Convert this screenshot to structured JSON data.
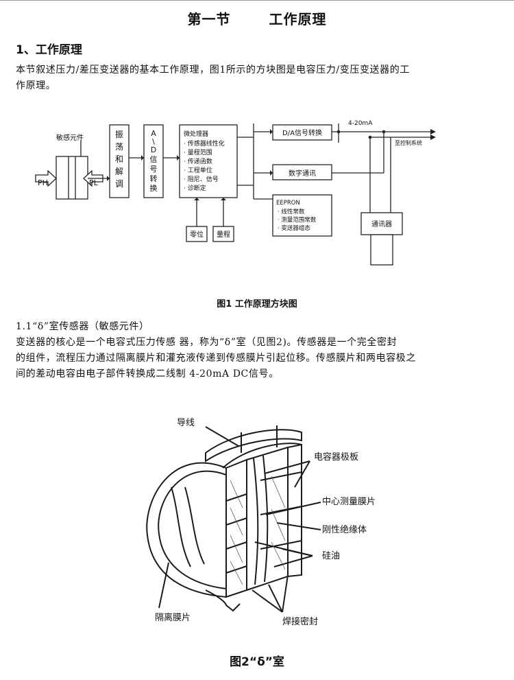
{
  "header": {
    "section": "第一节",
    "title": "工作原理"
  },
  "section1": {
    "heading": "1、工作原理",
    "para_line1": "本节叙述压力/差压变送器的基本工作原理，图1所示的方块图是电容压力/变压变送器的工",
    "para_line2": "作原理。"
  },
  "figure1": {
    "sensor_label": "敏感元件",
    "ph": "PH",
    "pl": "PL",
    "oscillator": [
      "振",
      "荡",
      "和",
      "解",
      "调"
    ],
    "adc": [
      "A",
      "\\",
      "D",
      "信",
      "号",
      "转",
      "换"
    ],
    "mcu_title": "微处理器",
    "mcu_items": [
      "· 传感器线性化",
      "· 量程范围",
      "· 传递函数",
      "· 工程单位",
      "· 阻尼、信号",
      "· 诊断定"
    ],
    "zero": "零位",
    "span": "量程",
    "dac": "D/A信号转换",
    "digital": "数字通讯",
    "eeprom_title": "EEPRON",
    "eeprom_items": [
      "· 线性常数",
      "· 测量范围常数",
      "· 变送器组态"
    ],
    "current": "4-20mA",
    "control": "至控制系统",
    "communicator": "通讯器",
    "caption": "图1   工作原理方块图"
  },
  "section11": {
    "heading": "1.1“δ”室传感器（敏感元件）",
    "line1": "变送器的核心是一个电容式压力传感 器，称为“δ”室（见图2)。传感器是一个完全密封",
    "line2": "的组件，流程压力通过隔离膜片和灌充液传递到传感膜片引起位移。传感膜片和两电容极之",
    "line3": "间的差动电容由电子部件转换成二线制 4-20mA DC信号。"
  },
  "figure2": {
    "lead": "导线",
    "plates": "电容器极板",
    "center_diaphragm": "中心测量膜片",
    "insulator": "刚性绝缘体",
    "oil": "硅油",
    "isolating": "隔离膜片",
    "weld": "焊接密封",
    "caption": "图2“δ”室"
  }
}
